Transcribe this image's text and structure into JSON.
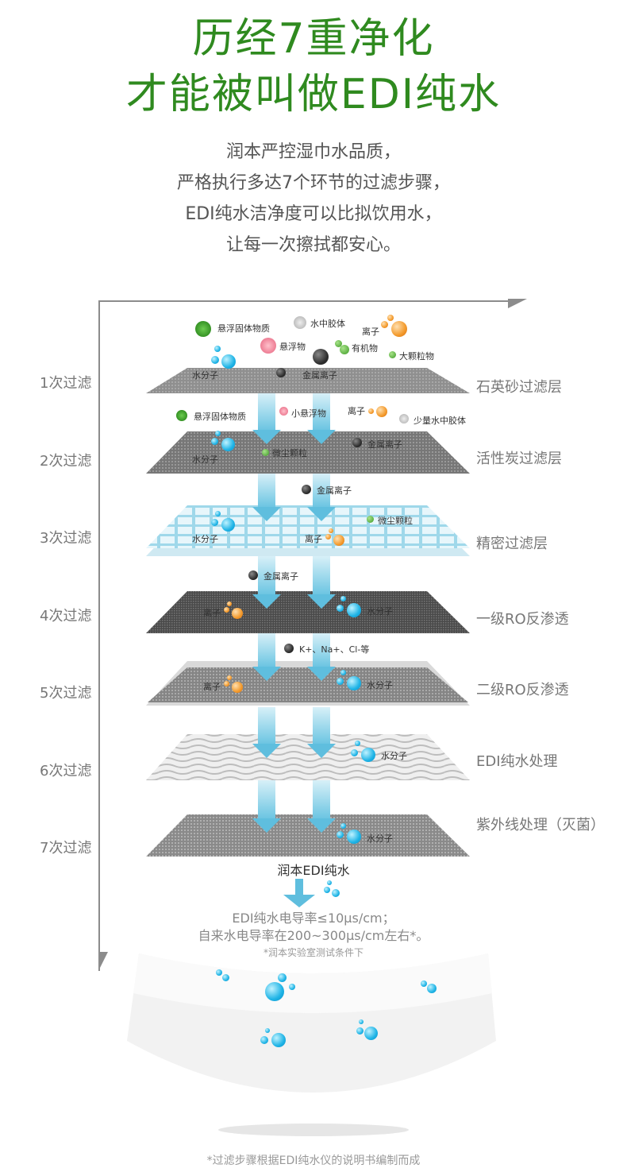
{
  "title": {
    "line1": "历经7重净化",
    "line2": "才能被叫做EDI纯水"
  },
  "intro": [
    "润本严控湿巾水品质，",
    "严格执行多达7个环节的过滤步骤，",
    "EDI纯水洁净度可以比拟饮用水，",
    "让每一次擦拭都安心。"
  ],
  "stages": [
    {
      "label": "1次过滤",
      "layer": "石英砂过滤层"
    },
    {
      "label": "2次过滤",
      "layer": "活性炭过滤层"
    },
    {
      "label": "3次过滤",
      "layer": "精密过滤层"
    },
    {
      "label": "4次过滤",
      "layer": "一级RO反渗透"
    },
    {
      "label": "5次过滤",
      "layer": "二级RO反渗透"
    },
    {
      "label": "6次过滤",
      "layer": "EDI纯水处理"
    },
    {
      "label": "7次过滤",
      "layer": "紫外线处理（灭菌）"
    }
  ],
  "particles": {
    "s1": [
      "悬浮固体物质",
      "水中胶体",
      "离子",
      "悬浮物",
      "有机物",
      "大颗粒物",
      "水分子",
      "金属离子"
    ],
    "s2": [
      "悬浮固体物质",
      "小悬浮物",
      "离子",
      "少量水中胶体",
      "金属离子",
      "水分子",
      "微尘颗粒"
    ],
    "s3": [
      "金属离子",
      "微尘颗粒",
      "水分子",
      "离子"
    ],
    "s4": [
      "金属离子",
      "离子",
      "水分子"
    ],
    "s5": [
      "K+、Na+、Cl-等",
      "离子",
      "水分子"
    ],
    "s6": [
      "水分子"
    ],
    "s7": [
      "水分子"
    ]
  },
  "result": {
    "title": "润本EDI纯水",
    "cond1": "EDI纯水电导率≤10μs/cm；",
    "cond2": "自来水电导率在200~300μs/cm左右*。",
    "note": "*润本实验室测试条件下"
  },
  "footer": "*过滤步骤根据EDI纯水仪的说明书编制而成",
  "colors": {
    "title": "#2f8a1f",
    "arrow": "#5fbede",
    "water": "#1fb4e6",
    "ion": "#f39a2c"
  }
}
